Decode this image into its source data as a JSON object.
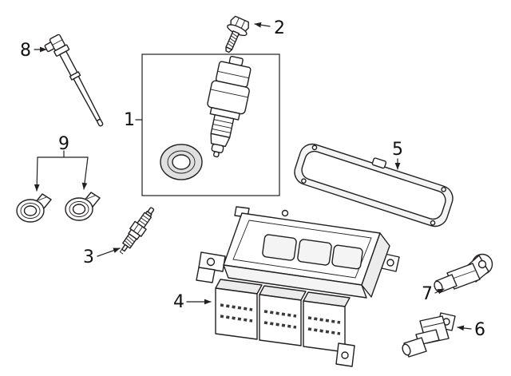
{
  "figure": {
    "kind": "ignition-system-parts-diagram",
    "background_color": "#ffffff",
    "line_color": "#231f20",
    "callouts": [
      {
        "label": "1"
      },
      {
        "label": "2"
      },
      {
        "label": "3"
      },
      {
        "label": "4"
      },
      {
        "label": "5"
      },
      {
        "label": "6"
      },
      {
        "label": "7"
      },
      {
        "label": "8"
      },
      {
        "label": "9"
      }
    ]
  }
}
